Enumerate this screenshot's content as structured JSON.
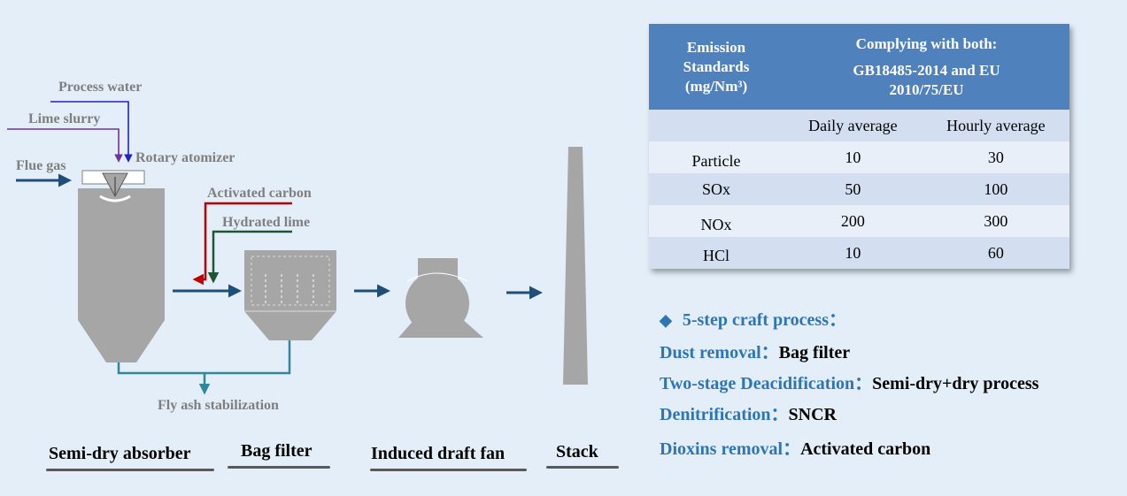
{
  "diagram": {
    "labels": {
      "process_water": "Process water",
      "lime_slurry": "Lime slurry",
      "rotary_atomizer": "Rotary atomizer",
      "flue_gas": "Flue gas",
      "activated_carbon": "Activated carbon",
      "hydrated_lime": "Hydrated lime",
      "fly_ash": "Fly ash stabilization"
    },
    "captions": {
      "absorber": "Semi-dry absorber",
      "bag_filter": "Bag filter",
      "fan": "Induced draft fan",
      "stack": "Stack"
    },
    "colors": {
      "gas_arrow": "#1f4e79",
      "process_water_line": "#1f1fd0",
      "lime_slurry_line": "#7030a0",
      "activated_carbon_line": "#c00000",
      "hydrated_lime_line": "#1e5631",
      "ash_line": "#31869b",
      "equipment": "#a6a6a6"
    }
  },
  "table": {
    "header": {
      "col1_line1": "Emission",
      "col1_line2": "Standards",
      "col1_line3": "(mg/Nm³)",
      "span_line1": "Complying with both:",
      "span_line2": "GB18485-2014 and EU",
      "span_line3": "2010/75/EU"
    },
    "subheader": [
      "",
      "Daily average",
      "Hourly average"
    ],
    "rows": [
      [
        "Particle",
        "10",
        "30"
      ],
      [
        "SOx",
        "50",
        "100"
      ],
      [
        "NOx",
        "200",
        "300"
      ],
      [
        "HCl",
        "10",
        "60"
      ]
    ]
  },
  "process": {
    "title": "5-step craft process：",
    "items": [
      {
        "label": "Dust removal：",
        "value": "Bag filter"
      },
      {
        "label": "Two-stage Deacidification：",
        "value": "Semi-dry+dry process"
      },
      {
        "label": "Denitrification：",
        "value": "SNCR"
      },
      {
        "label": "Dioxins removal：",
        "value": "Activated carbon"
      }
    ]
  }
}
